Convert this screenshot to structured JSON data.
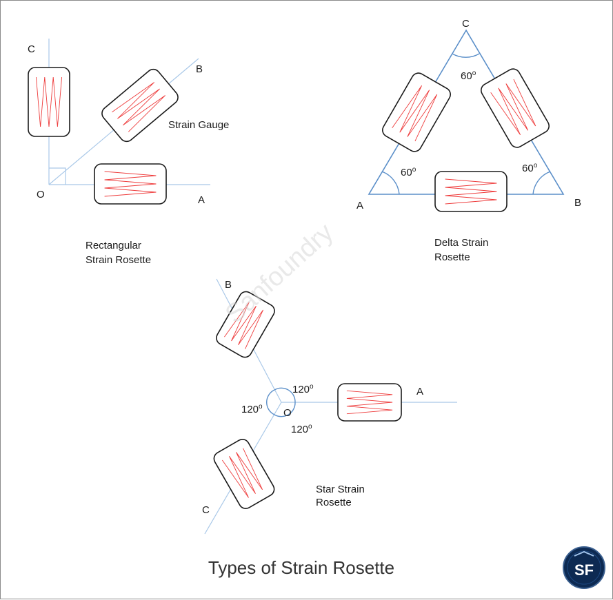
{
  "title": "Types of Strain Rosette",
  "watermark": "Sanfoundry",
  "logo_text": "SF",
  "rectangular": {
    "caption_line1": "Rectangular",
    "caption_line2": "Strain Rosette",
    "gauge_label": "Strain Gauge",
    "labels": {
      "origin": "O",
      "a": "A",
      "b": "B",
      "c": "C"
    }
  },
  "delta": {
    "caption_line1": "Delta Strain",
    "caption_line2": "Rosette",
    "labels": {
      "a": "A",
      "b": "B",
      "c": "C"
    },
    "angle_value": "60",
    "angle_sup": "o"
  },
  "star": {
    "caption_line1": "Star Strain",
    "caption_line2": "Rosette",
    "labels": {
      "origin": "O",
      "a": "A",
      "b": "B",
      "c": "C"
    },
    "angle_value": "120",
    "angle_sup": "o"
  },
  "colors": {
    "axis": "#a9c8e8",
    "triangle": "#5b8fc9",
    "gauge_border": "#1a1a1a",
    "grid_wire": "#ee3b3b",
    "logo_bg": "#0d2a52"
  }
}
